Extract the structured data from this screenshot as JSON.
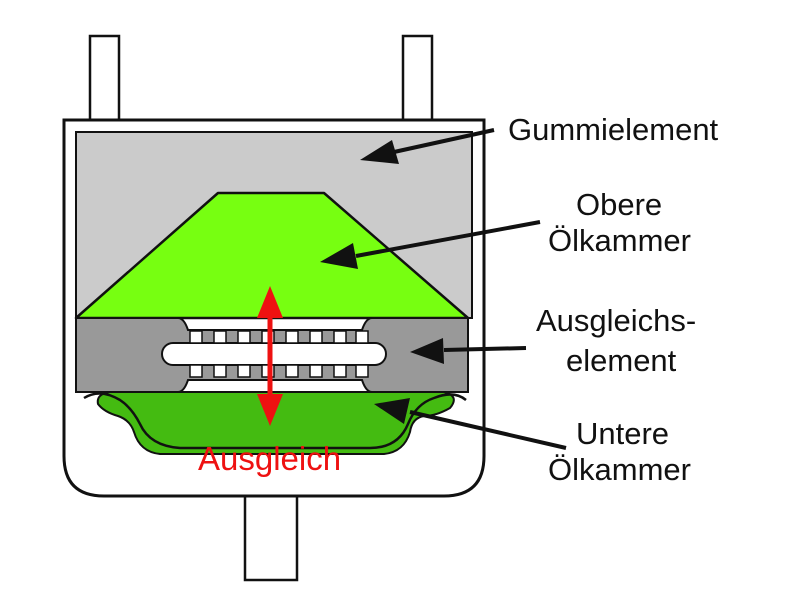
{
  "colors": {
    "rubber": "#cbcbcb",
    "oil_upper": "#77ff11",
    "oil_lower": "#44bb11",
    "compensation_element": "#999999",
    "outline": "#111111",
    "arrow_red": "#ee1111",
    "background": "#ffffff"
  },
  "labels": {
    "gummielement": "Gummielement",
    "obere_line1": "Obere",
    "obere_line2": "Ölkammer",
    "ausgleichs_line1": "Ausgleichs-",
    "ausgleichs_line2": "element",
    "untere_line1": "Untere",
    "untere_line2": "Ölkammer",
    "ausgleich": "Ausgleich"
  }
}
